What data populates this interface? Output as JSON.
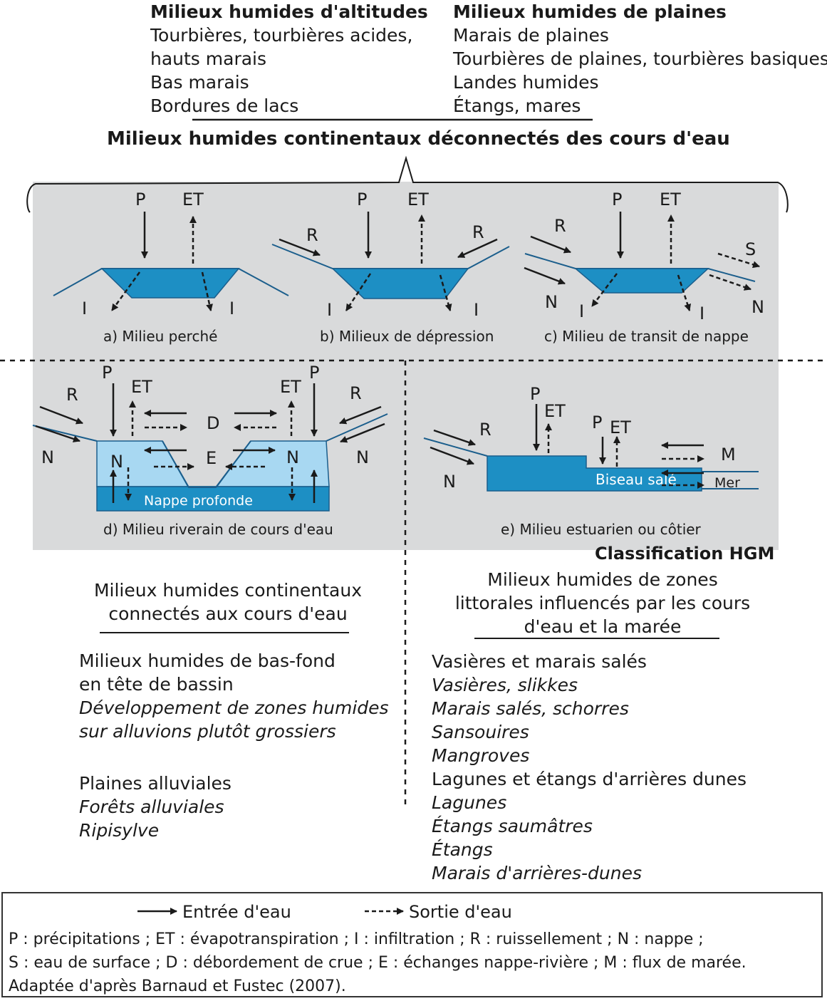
{
  "top": {
    "altitude_title": "Milieux humides d'altitudes",
    "altitude_items": [
      "Tourbières, tourbières acides,",
      "hauts marais",
      "Bas marais",
      "Bordures de lacs"
    ],
    "plains_title": "Milieux humides de plaines",
    "plains_items": [
      "Marais de plaines",
      "Tourbières de plaines, tourbières basiques",
      "Landes humides",
      "Étangs, mares"
    ],
    "main_title": "Milieux humides continentaux déconnectés des cours d'eau"
  },
  "panels": {
    "a_caption": "a) Milieu perché",
    "b_caption": "b) Milieux de dépression",
    "c_caption": "c) Milieu de transit de nappe",
    "d_caption": "d) Milieu riverain de cours d'eau",
    "e_caption": "e) Milieu estuarien ou côtier",
    "nappe_profonde": "Nappe profonde",
    "biseau_sale": "Biseau salé",
    "mer": "Mer"
  },
  "labels": {
    "P": "P",
    "ET": "ET",
    "I": "I",
    "R": "R",
    "N": "N",
    "S": "S",
    "D": "D",
    "E": "E",
    "M": "M"
  },
  "hgm": "Classification HGM",
  "left_block": {
    "title_lines": [
      "Milieux humides continentaux",
      "connectés aux cours d'eau"
    ],
    "group1": [
      "Milieux humides de bas-fond",
      "en tête de bassin"
    ],
    "group1_italic": [
      "Développement de zones humides",
      "sur alluvions plutôt grossiers"
    ],
    "group2": "Plaines alluviales",
    "group2_italic": [
      "Forêts alluviales",
      "Ripisylve"
    ]
  },
  "right_block": {
    "title_lines": [
      "Milieux humides de zones",
      "littorales influencés par les cours",
      "d'eau et la marée"
    ],
    "group1": "Vasières et marais salés",
    "group1_italic": [
      "Vasières, slikkes",
      "Marais salés, schorres",
      "Sansouires",
      "Mangroves"
    ],
    "group2": "Lagunes et étangs d'arrières dunes",
    "group2_italic": [
      "Lagunes",
      "Étangs saumâtres",
      "Étangs",
      "Marais d'arrières-dunes"
    ]
  },
  "legend": {
    "inflow": "Entrée d'eau",
    "outflow": "Sortie d'eau",
    "line1": "P : précipitations ; ET : évapotranspiration ; I : infiltration ; R : ruissellement ; N : nappe ;",
    "line2": "S : eau de surface ; D : débordement de crue ; E : échanges nappe-rivière ; M : flux de marée.",
    "line3": "Adaptée d'après Barnaud et Fustec (2007)."
  },
  "colors": {
    "panel_gray": "#d9dadb",
    "water": "#1d8fc4",
    "water_light": "#a8d8f2",
    "line_blue": "#1b5e8c",
    "arrow": "#1a1a1a"
  }
}
